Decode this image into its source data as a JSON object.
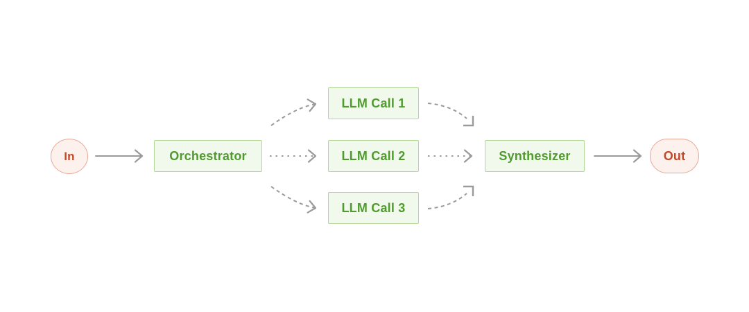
{
  "diagram": {
    "title": "orchestrator-workers-workflow",
    "nodes": {
      "in": {
        "label": "In",
        "shape": "circle",
        "color_role": "red"
      },
      "orchestrator": {
        "label": "Orchestrator",
        "shape": "rect",
        "color_role": "green"
      },
      "llm_call_1": {
        "label": "LLM Call 1",
        "shape": "rect",
        "color_role": "green"
      },
      "llm_call_2": {
        "label": "LLM Call 2",
        "shape": "rect",
        "color_role": "green"
      },
      "llm_call_3": {
        "label": "LLM Call 3",
        "shape": "rect",
        "color_role": "green"
      },
      "synthesizer": {
        "label": "Synthesizer",
        "shape": "rect",
        "color_role": "green"
      },
      "out": {
        "label": "Out",
        "shape": "pill",
        "color_role": "red"
      }
    },
    "edges": [
      {
        "from": "In",
        "to": "Orchestrator",
        "style": "solid"
      },
      {
        "from": "Orchestrator",
        "to": "LLM Call 1",
        "style": "dashed-curve"
      },
      {
        "from": "Orchestrator",
        "to": "LLM Call 2",
        "style": "dotted"
      },
      {
        "from": "Orchestrator",
        "to": "LLM Call 3",
        "style": "dashed-curve"
      },
      {
        "from": "LLM Call 1",
        "to": "Synthesizer",
        "style": "dashed-curve"
      },
      {
        "from": "LLM Call 2",
        "to": "Synthesizer",
        "style": "dotted"
      },
      {
        "from": "LLM Call 3",
        "to": "Synthesizer",
        "style": "dashed-curve"
      },
      {
        "from": "Synthesizer",
        "to": "Out",
        "style": "solid"
      }
    ],
    "colors": {
      "node_green_fill": "#f1f8ec",
      "node_green_border": "#b3d896",
      "node_green_text": "#4f9b2e",
      "node_red_fill": "#fdf1ee",
      "node_red_border": "#e7a795",
      "node_red_text": "#c04a2a",
      "arrow_gray": "#9a9a9a",
      "background": "#ffffff"
    }
  }
}
